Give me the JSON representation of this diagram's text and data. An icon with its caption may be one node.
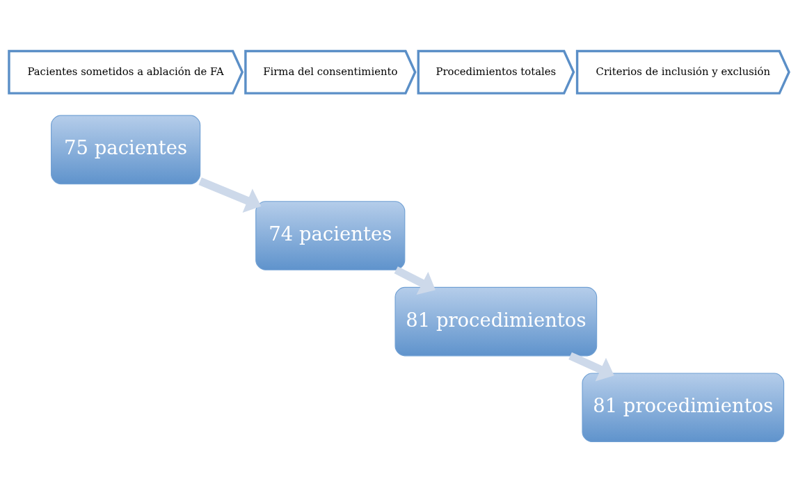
{
  "diagram": {
    "nodes": [
      {
        "text": [
          "Pacientes sometidos a ablación de FA"
        ]
      },
      {
        "text": [
          "Firma del consentimiento"
        ]
      },
      {
        "text": [
          "Procedimientos totales"
        ]
      },
      {
        "text": [
          "Criterios de inclusión y exclusión"
        ]
      },
      {
        "text": [
          "75 pacientes"
        ]
      },
      {
        "text": [
          "74 pacientes"
        ]
      },
      {
        "text": [
          "81 procedimientos"
        ]
      },
      {
        "text": [
          "81 procedimientos"
        ]
      }
    ],
    "edges": [
      {
        "from": 4,
        "to": 5,
        "arrow": "to"
      },
      {
        "from": 5,
        "to": 6,
        "arrow": "to"
      },
      {
        "from": 6,
        "to": 7,
        "arrow": "to"
      }
    ]
  }
}
